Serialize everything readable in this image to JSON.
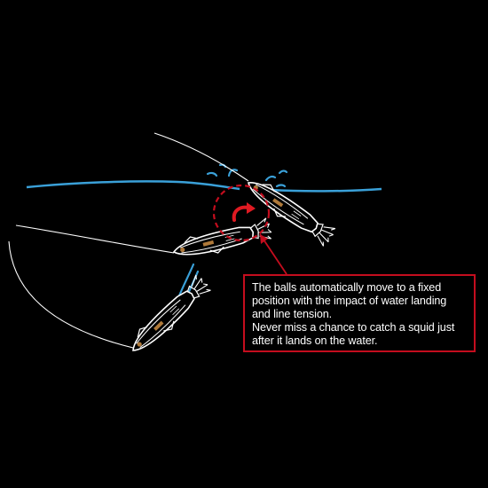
{
  "callout": {
    "line1": "The balls automatically move to a fixed",
    "line2": "position with the impact of water landing",
    "line3": "and line tension.",
    "line4": "Never miss a chance to catch a squid just",
    "line5": "after it lands on the water."
  },
  "colors": {
    "background": "#000000",
    "water": "#3aa0d8",
    "line": "#ffffff",
    "accent": "#c40d1e",
    "lure_detail": "#b07a3a"
  },
  "icons": {
    "lure": "squid-jig-icon",
    "splash": "water-splash-icon",
    "rotation": "curved-arrow-icon"
  }
}
